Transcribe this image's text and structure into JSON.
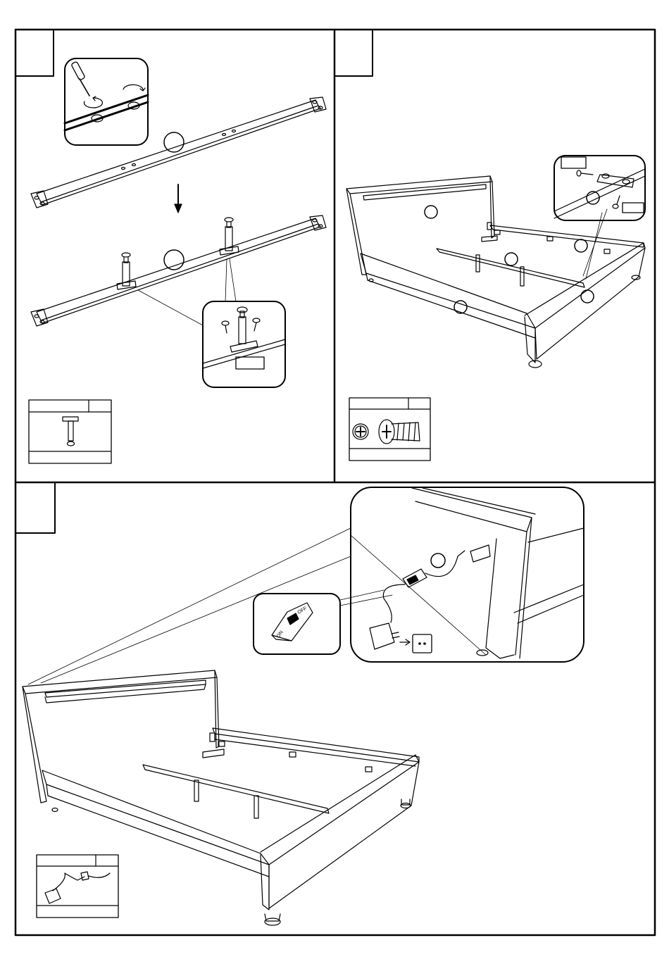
{
  "document": {
    "kind": "wordless assembly instruction sheet",
    "steps": [
      {
        "panel": "top-left",
        "number": ""
      },
      {
        "panel": "top-right",
        "number": ""
      },
      {
        "panel": "bottom",
        "number": ""
      }
    ],
    "parts_boxes": [
      {
        "panel": "top-left",
        "icon": "adjustable-leg-icon",
        "quantity": ""
      },
      {
        "panel": "top-right",
        "icon": "screw-icon",
        "quantity": ""
      },
      {
        "panel": "bottom",
        "icon": "power-adapter-icon",
        "quantity": ""
      }
    ],
    "switch_labels": {
      "on": "ON",
      "off": "OFF"
    },
    "colors": {
      "line": "#000000",
      "background": "#ffffff",
      "fill_light": "#f2f2f2"
    }
  }
}
